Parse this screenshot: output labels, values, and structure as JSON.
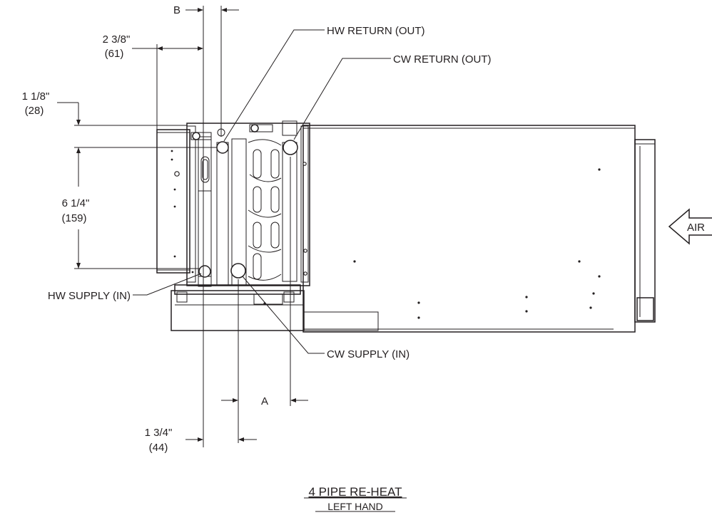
{
  "labels": {
    "hw_return": "HW RETURN (OUT)",
    "cw_return": "CW RETURN (OUT)",
    "hw_supply": "HW SUPPLY (IN)",
    "cw_supply": "CW SUPPLY (IN)",
    "air": "AIR"
  },
  "dimensions": {
    "b": "B",
    "a": "A",
    "d_2_3_8": "2 3/8\"",
    "d_61": "(61)",
    "d_1_1_8": "1 1/8\"",
    "d_28": "(28)",
    "d_6_1_4": "6 1/4\"",
    "d_159": "(159)",
    "d_1_3_4": "1 3/4\"",
    "d_44": "(44)"
  },
  "title": {
    "main": "4 PIPE RE-HEAT",
    "sub": "LEFT HAND"
  }
}
